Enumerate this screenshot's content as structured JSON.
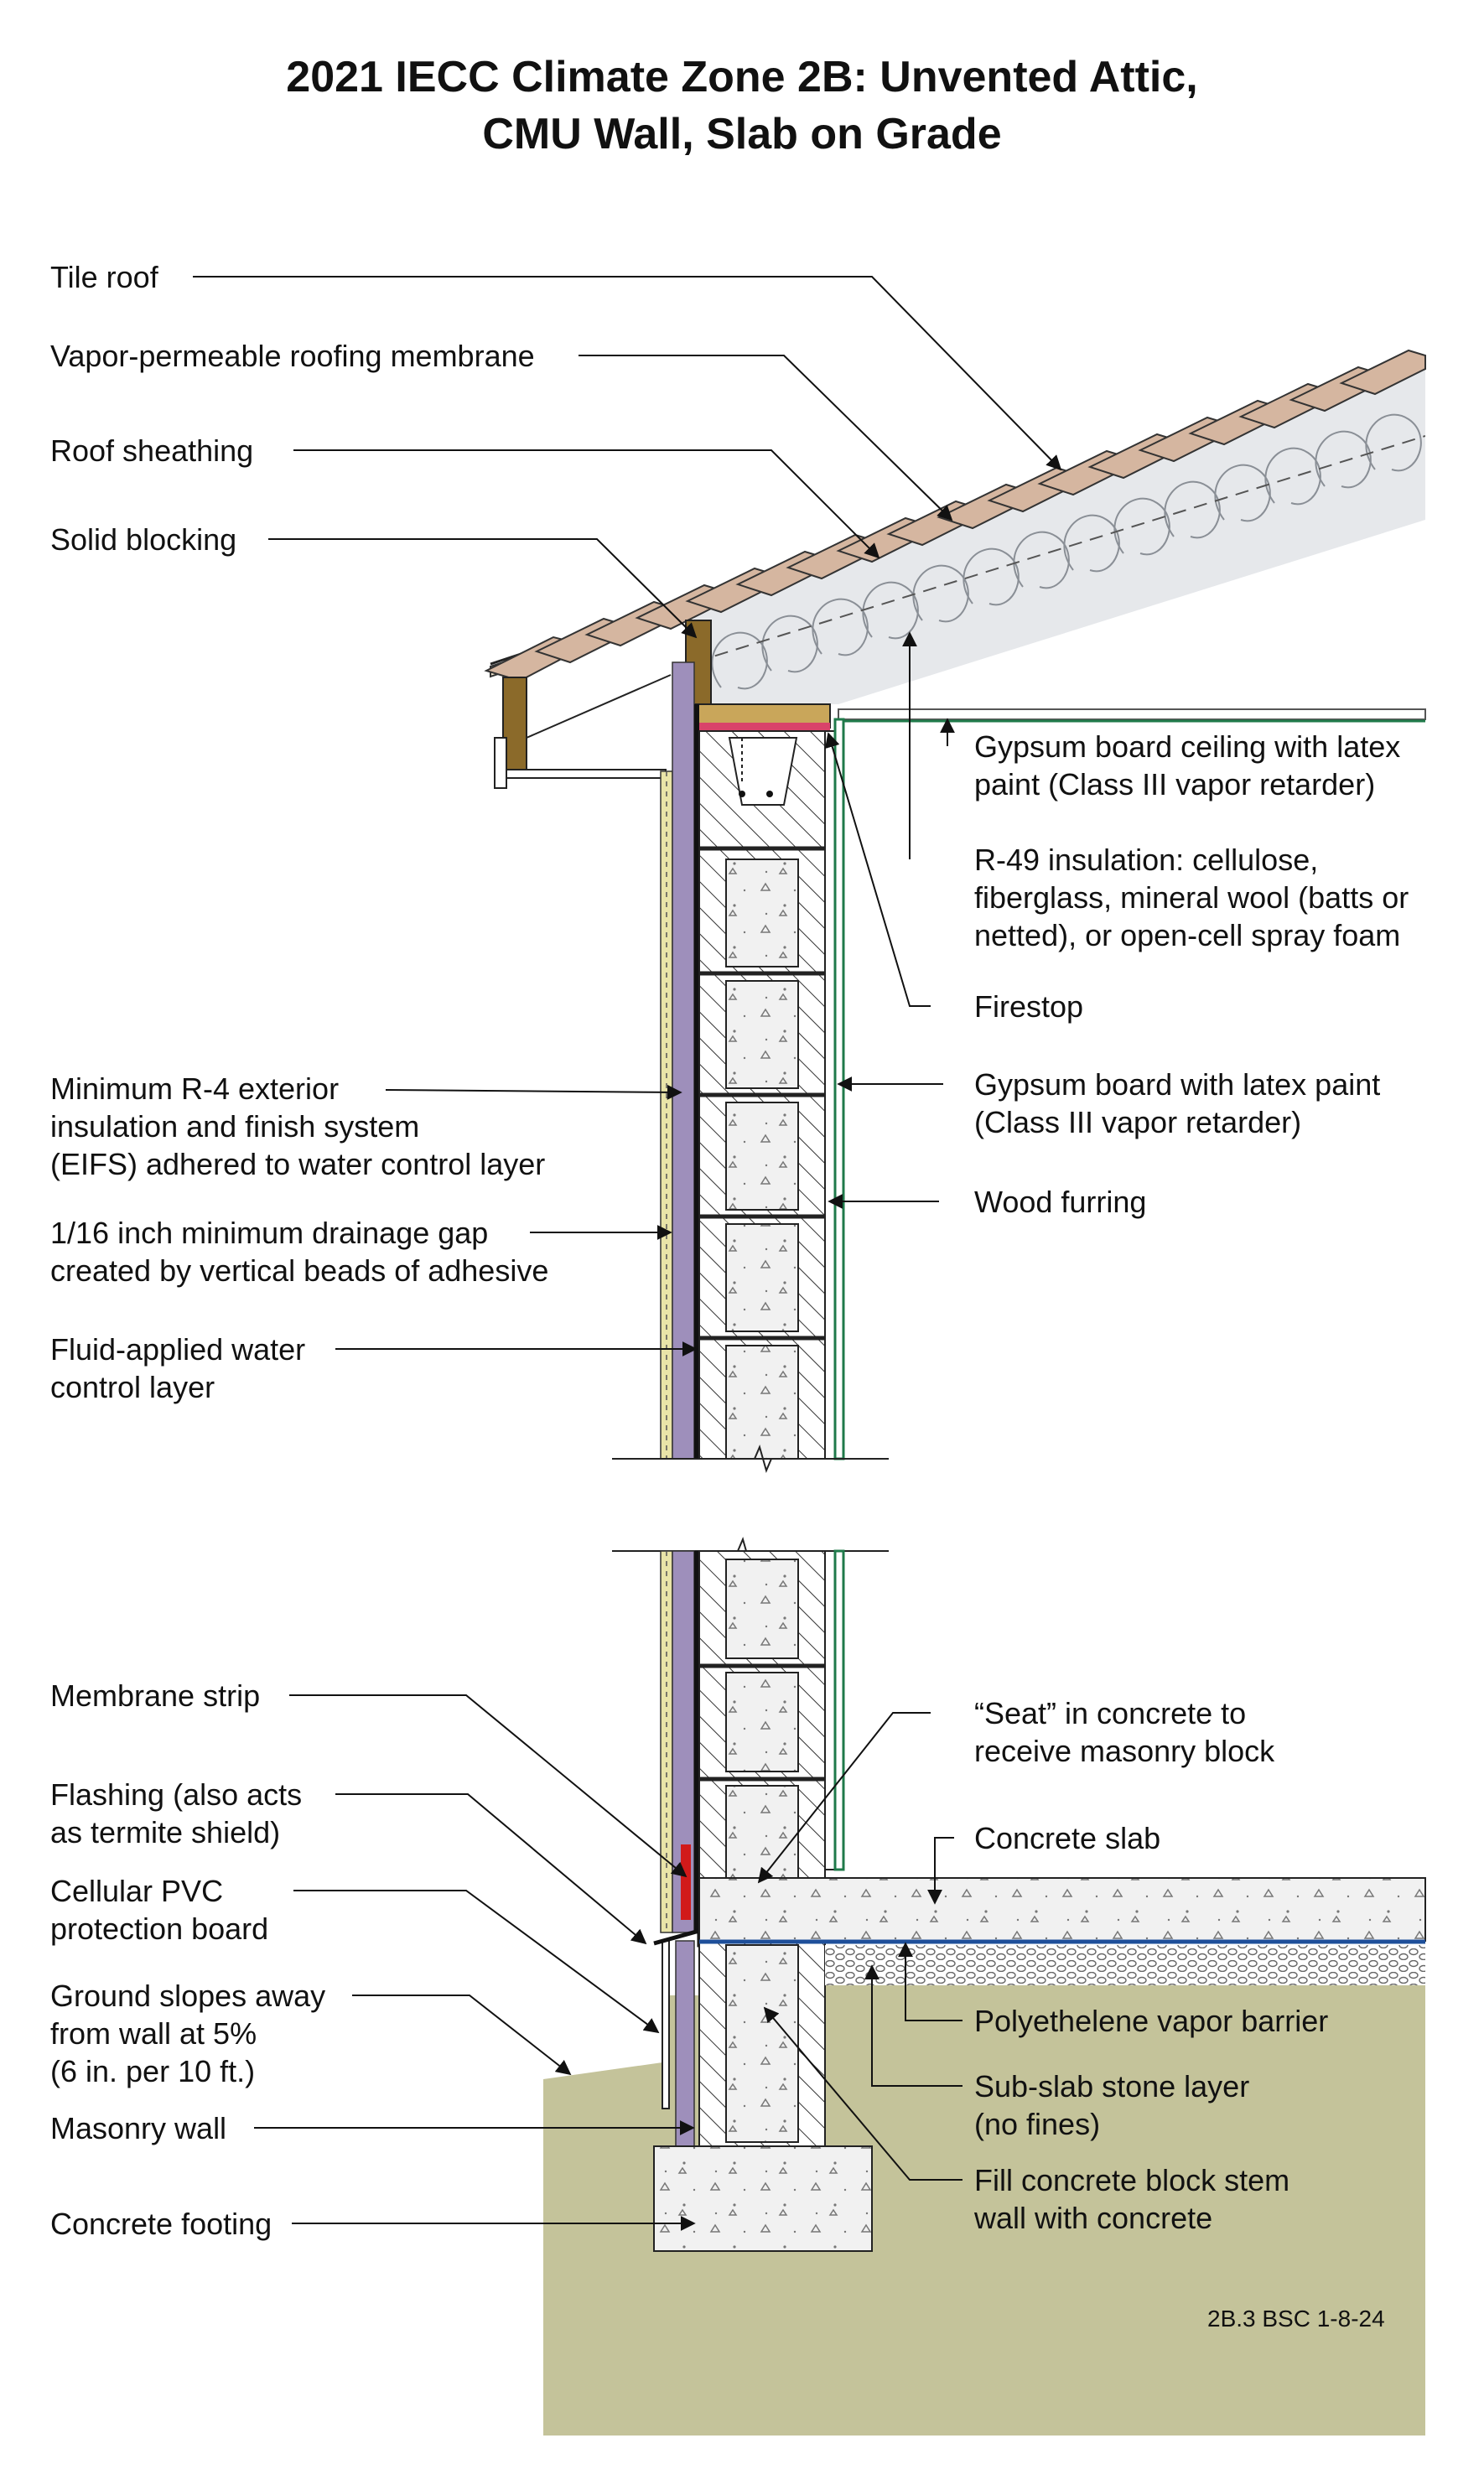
{
  "title": {
    "line1": "2021 IECC Climate Zone 2B: Unvented Attic,",
    "line2": "CMU Wall, Slab on Grade"
  },
  "labels_left": [
    {
      "id": "tile-roof",
      "lines": [
        "Tile roof"
      ]
    },
    {
      "id": "vapor-permeable-roofing-membrane",
      "lines": [
        "Vapor-permeable roofing membrane"
      ]
    },
    {
      "id": "roof-sheathing",
      "lines": [
        "Roof sheathing"
      ]
    },
    {
      "id": "solid-blocking",
      "lines": [
        "Solid blocking"
      ]
    },
    {
      "id": "eifs",
      "lines": [
        "Minimum R-4 exterior",
        "insulation and finish system",
        "(EIFS) adhered to water control layer"
      ]
    },
    {
      "id": "drainage-gap",
      "lines": [
        "1/16 inch minimum drainage gap",
        "created by vertical beads of adhesive"
      ]
    },
    {
      "id": "water-control-layer",
      "lines": [
        "Fluid-applied water",
        "control layer"
      ]
    },
    {
      "id": "membrane-strip",
      "lines": [
        "Membrane strip"
      ]
    },
    {
      "id": "flashing",
      "lines": [
        "Flashing (also acts",
        "as termite shield)"
      ]
    },
    {
      "id": "pvc-board",
      "lines": [
        "Cellular PVC",
        "protection board"
      ]
    },
    {
      "id": "ground-slope",
      "lines": [
        "Ground slopes away",
        "from wall at 5%",
        "(6 in. per 10 ft.)"
      ]
    },
    {
      "id": "masonry-wall",
      "lines": [
        "Masonry wall"
      ]
    },
    {
      "id": "concrete-footing",
      "lines": [
        "Concrete footing"
      ]
    }
  ],
  "labels_right": [
    {
      "id": "gypsum-ceiling",
      "lines": [
        "Gypsum board ceiling with latex",
        "paint (Class III vapor retarder)"
      ]
    },
    {
      "id": "r49-insulation",
      "lines": [
        "R-49 insulation: cellulose,",
        "fiberglass, mineral wool (batts or",
        "netted), or open-cell spray foam"
      ]
    },
    {
      "id": "firestop",
      "lines": [
        "Firestop"
      ]
    },
    {
      "id": "gypsum-wall",
      "lines": [
        "Gypsum board with latex paint",
        "(Class III vapor retarder)"
      ]
    },
    {
      "id": "wood-furring",
      "lines": [
        "Wood furring"
      ]
    },
    {
      "id": "seat",
      "lines": [
        "“Seat” in concrete to",
        "receive masonry block"
      ]
    },
    {
      "id": "concrete-slab",
      "lines": [
        "Concrete slab"
      ]
    },
    {
      "id": "poly-vapor-barrier",
      "lines": [
        "Polyethelene vapor barrier"
      ]
    },
    {
      "id": "sub-slab-stone",
      "lines": [
        "Sub-slab stone layer",
        "(no fines)"
      ]
    },
    {
      "id": "fill-concrete",
      "lines": [
        "Fill concrete block stem",
        "wall with concrete"
      ]
    }
  ],
  "footer_code": "2B.3 BSC 1-8-24",
  "colors": {
    "ground": "#c4c39a",
    "insulation": "#e6e8eb",
    "eifs": "#9e8fbb",
    "drainage": "#e9e4a8",
    "wood": "#8b6a2a",
    "tile": "#d5b6a0",
    "firestop": "#d9436a",
    "green_gypsum": "#1f7a4a",
    "vapor_barrier": "#1e4f9a",
    "membrane_strip": "#d11a1a",
    "concrete": "#f1f1f1"
  }
}
